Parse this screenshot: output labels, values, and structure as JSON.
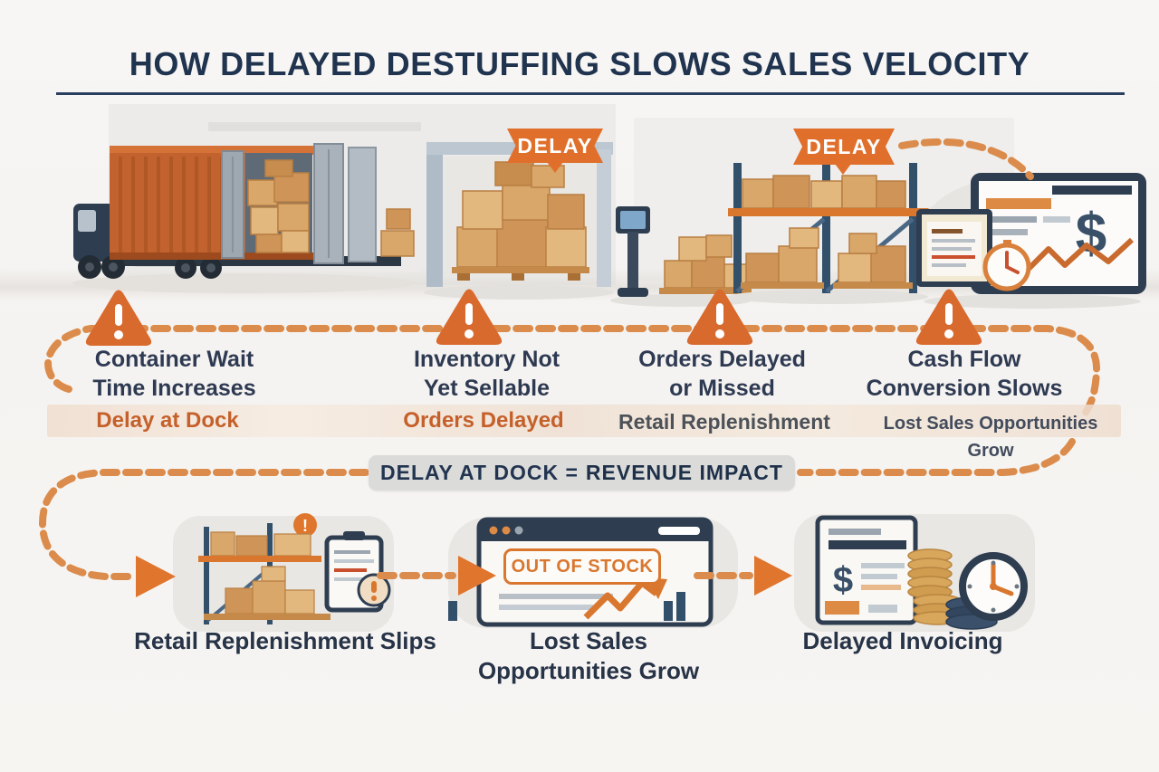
{
  "title": "HOW DELAYED DESTUFFING SLOWS SALES VELOCITY",
  "delay_badges": [
    "DELAY",
    "DELAY"
  ],
  "icons": {
    "dollar": "$",
    "exclamation": "!"
  },
  "warnings": [
    {
      "line1": "Container Wait",
      "line2": "Time Increases",
      "sub": "Delay at Dock"
    },
    {
      "line1": "Inventory Not",
      "line2": "Yet Sellable",
      "sub": "Orders Delayed"
    },
    {
      "line1": "Orders Delayed",
      "line2": "or Missed",
      "sub": "Retail Replenishment"
    },
    {
      "line1": "Cash Flow",
      "line2": "Conversion Slows",
      "sub": "Lost Sales Opportunities Grow"
    }
  ],
  "equation_banner": {
    "left": "DELAY AT DOCK =",
    "right": "REVENUE IMPACT"
  },
  "bottom_items": [
    {
      "label": "Retail Replenishment Slips"
    },
    {
      "badge": "OUT OF STOCK",
      "label_line1": "Lost Sales",
      "label_line2": "Opportunities Grow"
    },
    {
      "label": "Delayed Invoicing"
    }
  ],
  "colors": {
    "accent_orange": "#e06f2b",
    "dash_orange": "#db8c4c",
    "warning_orange": "#d96a2e",
    "navy": "#203450",
    "band_beige": "#f1e3d8",
    "banner_gray": "#dbdbd9"
  }
}
